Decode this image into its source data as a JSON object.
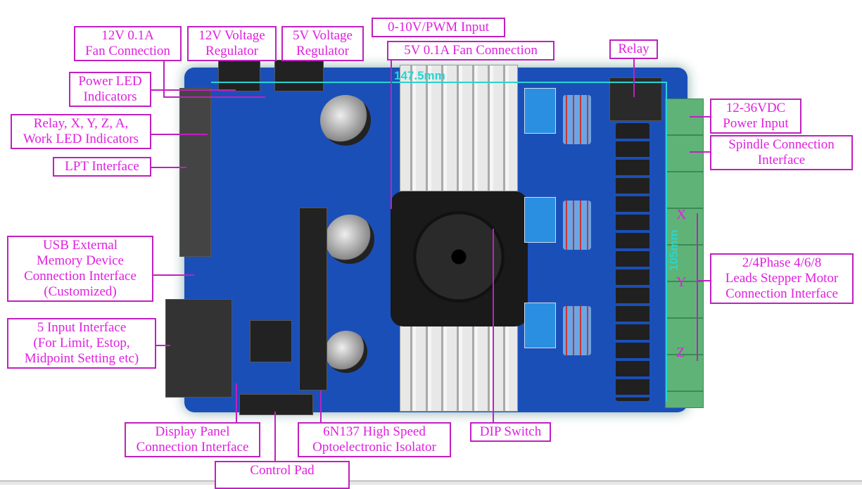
{
  "labels": {
    "fan12": "12V 0.1A\nFan Connection",
    "reg12": "12V Voltage\nRegulator",
    "reg5": "5V Voltage\nRegulator",
    "pwm": "0-10V/PWM Input",
    "fan5": "5V 0.1A Fan Connection",
    "relay": "Relay",
    "powerled": "Power LED\nIndicators",
    "workled": "Relay, X, Y, Z, A,\nWork LED Indicators",
    "lpt": "LPT Interface",
    "usb": "USB External\nMemory Device\nConnection Interface\n(Customized)",
    "input5": "5 Input Interface\n(For Limit, Estop,\nMidpoint Setting etc)",
    "power": "12-36VDC\nPower Input",
    "spindle": "Spindle Connection\nInterface",
    "stepper": "2/4Phase 4/6/8\nLeads Stepper Motor\nConnection Interface",
    "display": "Display Panel\nConnection Interface",
    "opto": "6N137 High Speed\nOptoelectronic Isolator",
    "dip": "DIP Switch",
    "control": "Control Pad"
  },
  "measurements": {
    "width": "147.5mm",
    "height": "105mm"
  },
  "axes": {
    "x": "X",
    "y": "Y",
    "z": "Z"
  },
  "colors": {
    "label": "#e020e0",
    "board": "#1b4fb8",
    "measure": "#27d5d0"
  }
}
